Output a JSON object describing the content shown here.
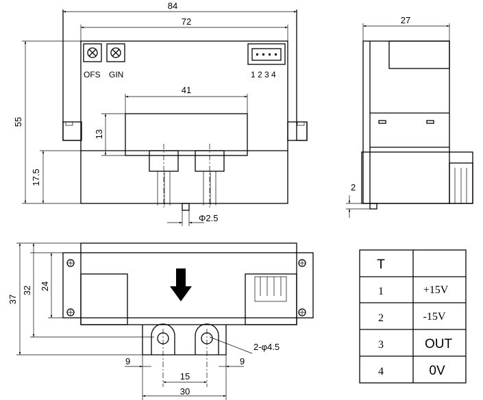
{
  "front_view": {
    "dims": {
      "width_outer": "84",
      "width_body": "72",
      "aperture_width": "41",
      "aperture_height": "13",
      "height": "55",
      "height_lower": "17.5",
      "pin_diameter": "Φ2.5"
    },
    "labels": {
      "ofs": "OFS",
      "gin": "GIN",
      "connector_pins": "1 2 3 4"
    }
  },
  "side_view": {
    "dims": {
      "depth": "27",
      "pin_offset": "2"
    }
  },
  "bottom_view": {
    "dims": {
      "height_total": "37",
      "height_mid": "32",
      "height_inner": "24",
      "hole_left_offset": "9",
      "hole_right_offset": "9",
      "hole_pitch": "15",
      "foot_width": "30",
      "holes": "2-φ4.5"
    }
  },
  "pin_table": {
    "header": [
      "T",
      ""
    ],
    "rows": [
      {
        "pin": "1",
        "signal": "+15V"
      },
      {
        "pin": "2",
        "signal": "-15V"
      },
      {
        "pin": "3",
        "signal": "OUT"
      },
      {
        "pin": "4",
        "signal": "0V"
      }
    ]
  }
}
